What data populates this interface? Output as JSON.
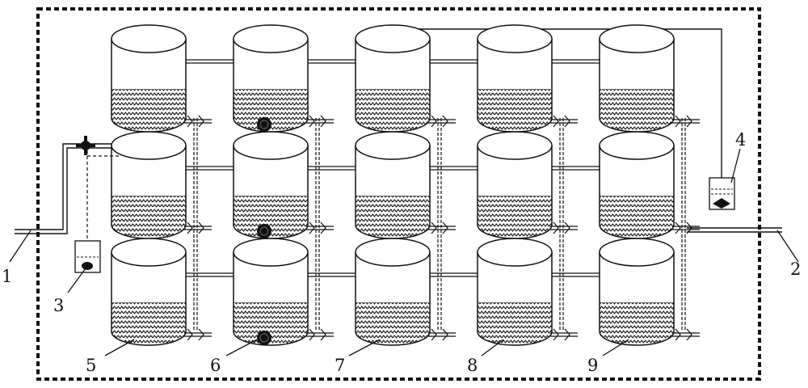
{
  "labels": {
    "inlet": "1",
    "outlet": "2",
    "first_sensor": "3",
    "second_sensor": "4",
    "column_1": "5",
    "column_2": "6",
    "column_3": "7",
    "column_4": "8",
    "column_5": "9"
  },
  "grid": {
    "rows": 3,
    "columns": 5
  },
  "pumps_in_column": 2,
  "colors": {
    "line": "#111111",
    "background": "#ffffff",
    "pump": "#111111"
  }
}
